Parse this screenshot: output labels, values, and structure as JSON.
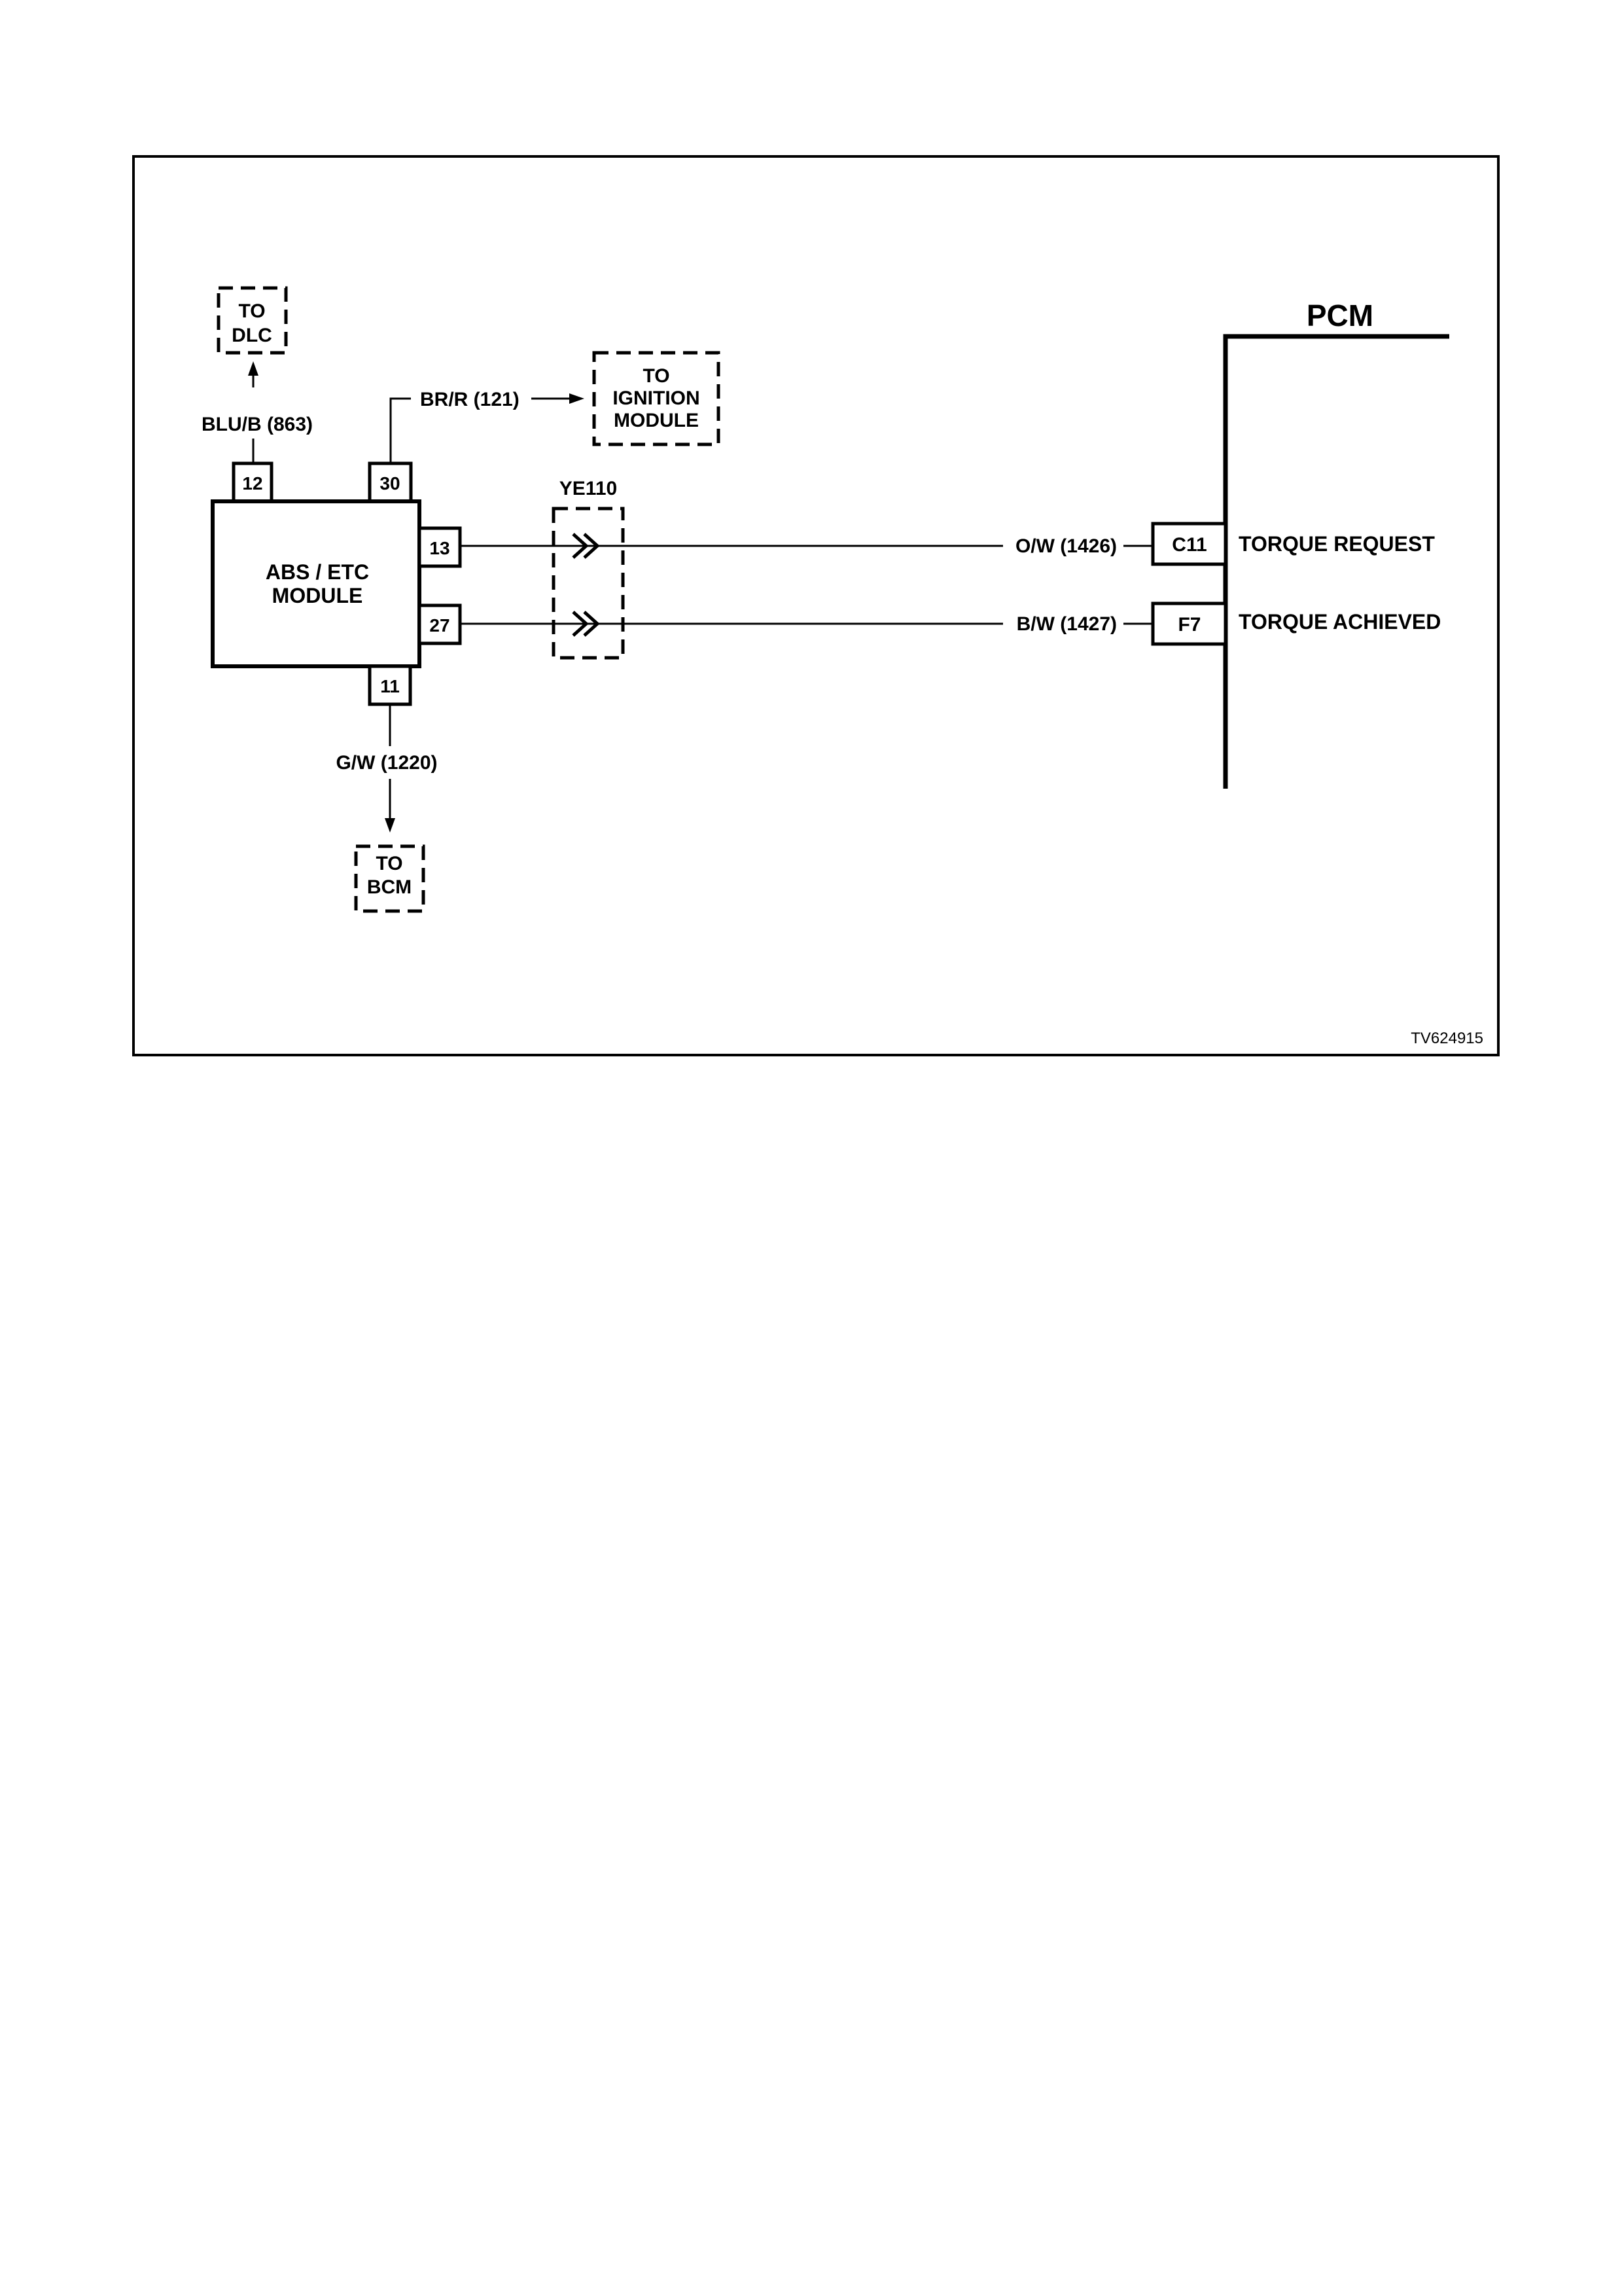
{
  "diagram": {
    "to_dlc": {
      "line1": "TO",
      "line2": "DLC"
    },
    "to_ignition": {
      "line1": "TO",
      "line2": "IGNITION",
      "line3": "MODULE"
    },
    "to_bcm": {
      "line1": "TO",
      "line2": "BCM"
    },
    "module": {
      "line1": "ABS / ETC",
      "line2": "MODULE"
    },
    "pins": {
      "p12": "12",
      "p30": "30",
      "p13": "13",
      "p27": "27",
      "p11": "11"
    },
    "wires": {
      "blu_b": "BLU/B (863)",
      "br_r": "BR/R (121)",
      "g_w": "G/W (1220)",
      "o_w": "O/W (1426)",
      "b_w": "B/W (1427)"
    },
    "connector": "YE110",
    "pcm": {
      "title": "PCM",
      "pin_c11": "C11",
      "pin_f7": "F7",
      "torque_request": "TORQUE REQUEST",
      "torque_achieved": "TORQUE ACHIEVED"
    },
    "figure_id": "TV624915"
  }
}
